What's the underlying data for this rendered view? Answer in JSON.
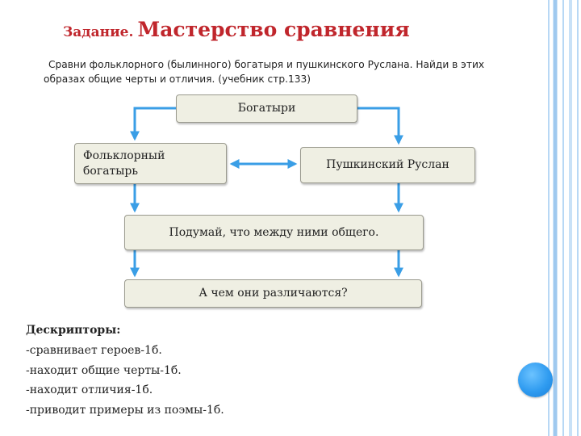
{
  "slide": {
    "title_prefix": "Задание.",
    "title_main": "Мастерство сравнения",
    "task_text": "Сравни фольклорного (былинного) богатыря и пушкинского Руслана. Найди в этих образах общие черты и отличия. (учебник стр.133)"
  },
  "diagram": {
    "top_box": "Богатыри",
    "left_box_line1": "Фольклорный",
    "left_box_line2": "богатырь",
    "right_box": "Пушкинский Руслан",
    "common_box": "Подумай, что между ними общего.",
    "diff_box": "А чем они различаются?"
  },
  "descriptors": {
    "heading": "Дескрипторы:",
    "items": [
      "-сравнивает героев-1б.",
      "-находит общие черты-1б.",
      "-находит отличия-1б.",
      "-приводит примеры из поэмы-1б."
    ]
  },
  "colors": {
    "title": "#c0262c",
    "arrow": "#3a9ee6",
    "box_fill": "#efefe3",
    "edge_line": "#9fc9ef"
  }
}
